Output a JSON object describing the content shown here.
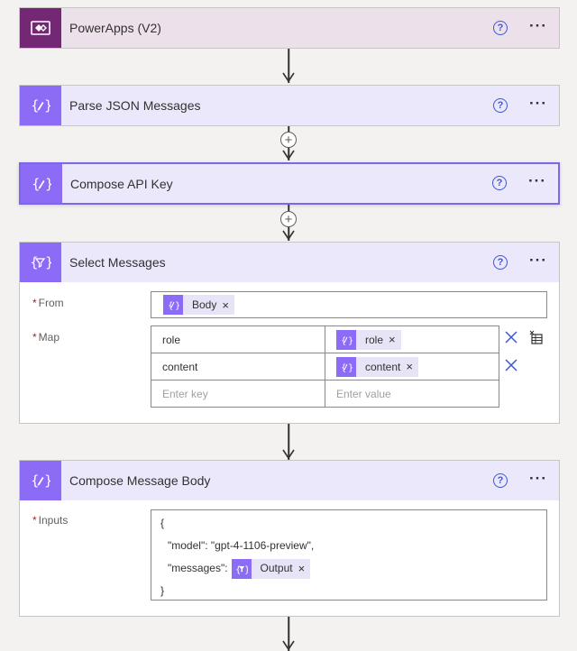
{
  "steps": {
    "powerapps": {
      "title": "PowerApps (V2)",
      "icon": "powerapps-icon"
    },
    "parse_json": {
      "title": "Parse JSON Messages",
      "icon": "data-operation-icon"
    },
    "compose_key": {
      "title": "Compose API Key",
      "icon": "data-operation-icon"
    },
    "select": {
      "title": "Select Messages",
      "icon": "select-filter-icon",
      "from_label": "From",
      "from_token": "Body",
      "map_label": "Map",
      "rows": [
        {
          "key": "role",
          "value_token": "role"
        },
        {
          "key": "content",
          "value_token": "content"
        }
      ],
      "key_placeholder": "Enter key",
      "value_placeholder": "Enter value"
    },
    "compose_body": {
      "title": "Compose Message Body",
      "icon": "data-operation-icon",
      "inputs_label": "Inputs",
      "line1": "{",
      "line2": "\"model\": \"gpt-4-1106-preview\",",
      "line3_prefix": "\"messages\":",
      "line3_token": "Output",
      "line4": "}"
    }
  },
  "common": {
    "help_glyph": "?",
    "more_glyph": "···",
    "required_mark": "*",
    "remove_glyph": "×"
  },
  "colors": {
    "powerapps": "#742774",
    "data_operation": "#8c6cf7",
    "accent": "#3b55d9",
    "selected_border": "#7e66e6"
  }
}
